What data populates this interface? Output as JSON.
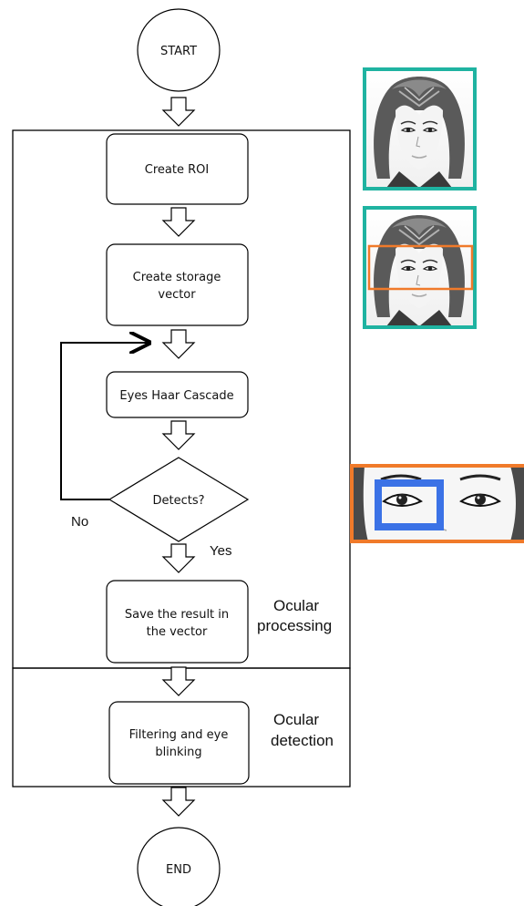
{
  "nodes": {
    "start": "START",
    "end": "END",
    "create_roi": "Create ROI",
    "create_storage_1": "Create storage",
    "create_storage_2": "vector",
    "eyes_haar": "Eyes Haar Cascade",
    "detects": "Detects?",
    "save_1": "Save the result in",
    "save_2": "the vector",
    "filter_1": "Filtering and eye",
    "filter_2": "blinking"
  },
  "edge_labels": {
    "no": "No",
    "yes": "Yes"
  },
  "sections": {
    "processing_1": "Ocular",
    "processing_2": "processing",
    "detection_1": "Ocular",
    "detection_2": "detection"
  },
  "colors": {
    "face_frame": "#1fb3a1",
    "roi_box": "#f07a2a",
    "eye_box": "#3b72e6"
  }
}
